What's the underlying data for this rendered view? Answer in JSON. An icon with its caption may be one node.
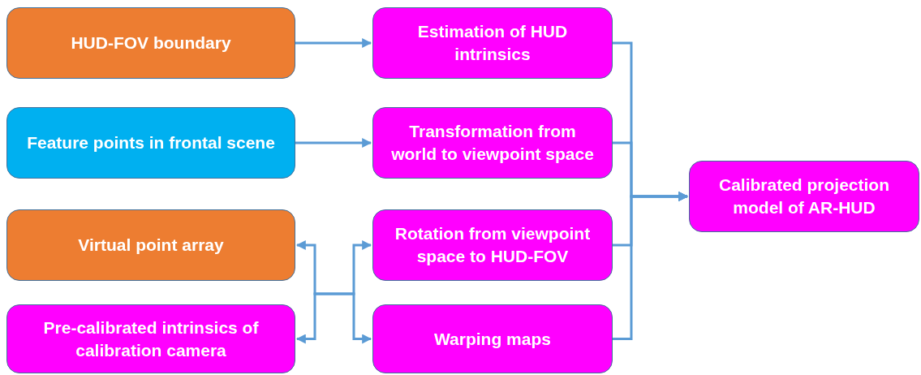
{
  "diagram": {
    "nodes": [
      {
        "text": [
          "HUD-FOV boundary"
        ]
      },
      {
        "text": [
          "Estimation of HUD intrinsics"
        ]
      },
      {
        "text": [
          "Feature points in frontal scene"
        ]
      },
      {
        "text": [
          "Transformation from world to viewpoint space"
        ]
      },
      {
        "text": [
          "Calibrated projection model of AR-HUD"
        ]
      },
      {
        "text": [
          "Virtual point array"
        ]
      },
      {
        "text": [
          "Rotation from viewpoint space to HUD-FOV"
        ]
      },
      {
        "text": [
          "Pre-calibrated intrinsics of calibration camera"
        ]
      },
      {
        "text": [
          "Warping maps"
        ]
      }
    ],
    "edges": [
      {
        "from": 0,
        "to": 1,
        "arrow": "to"
      },
      {
        "from": 2,
        "to": 3,
        "arrow": "to"
      },
      {
        "from": 1,
        "to": 4,
        "arrow": "to"
      },
      {
        "from": 3,
        "to": 4,
        "arrow": "to"
      },
      {
        "from": 6,
        "to": 4,
        "arrow": "to"
      },
      {
        "from": 8,
        "to": 4,
        "arrow": "to"
      },
      {
        "from": null,
        "to": 5,
        "arrow": "to"
      },
      {
        "from": null,
        "to": 7,
        "arrow": "to"
      },
      {
        "from": null,
        "to": 6,
        "arrow": "to"
      },
      {
        "from": null,
        "to": 8,
        "arrow": "to"
      }
    ]
  }
}
